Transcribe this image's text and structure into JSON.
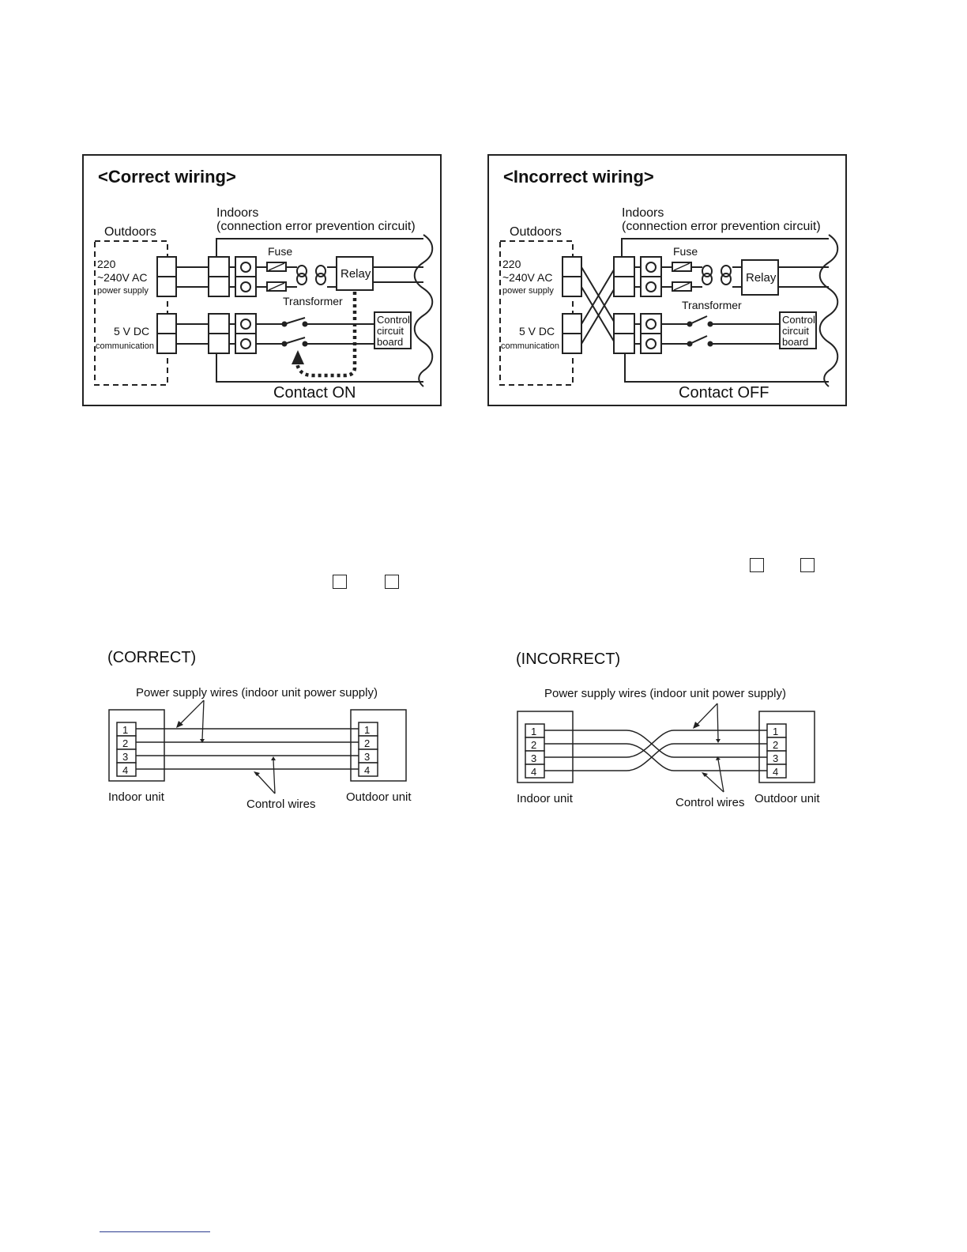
{
  "correct_panel": {
    "title": "<Correct wiring>",
    "outdoors": "Outdoors",
    "indoors": "Indoors",
    "indoors_sub": "(connection error prevention circuit)",
    "voltage_1": "220",
    "voltage_2": "~240V AC",
    "power_supply": "power supply",
    "dc_1": "5 V DC",
    "dc_2": "communication",
    "fuse": "Fuse",
    "relay": "Relay",
    "transformer": "Transformer",
    "control_1": "Control",
    "control_2": "circuit",
    "control_3": "board",
    "contact": "Contact ON"
  },
  "incorrect_panel": {
    "title": "<Incorrect wiring>",
    "outdoors": "Outdoors",
    "indoors": "Indoors",
    "indoors_sub": "(connection error prevention circuit)",
    "voltage_1": "220",
    "voltage_2": "~240V AC",
    "power_supply": "power supply",
    "dc_1": "5 V DC",
    "dc_2": "communication",
    "fuse": "Fuse",
    "relay": "Relay",
    "transformer": "Transformer",
    "control_1": "Control",
    "control_2": "circuit",
    "control_3": "board",
    "contact": "Contact OFF"
  },
  "correct_wiring": {
    "heading": "(CORRECT)",
    "power_label": "Power supply wires (indoor unit power supply)",
    "control_label": "Control wires",
    "indoor_label": "Indoor unit",
    "outdoor_label": "Outdoor unit",
    "terminals": [
      "1",
      "2",
      "3",
      "4"
    ]
  },
  "incorrect_wiring": {
    "heading": "(INCORRECT)",
    "power_label": "Power supply wires (indoor unit power supply)",
    "control_label": "Control wires",
    "indoor_label": "Indoor unit",
    "outdoor_label": "Outdoor unit",
    "terminals": [
      "1",
      "2",
      "3",
      "4"
    ]
  }
}
